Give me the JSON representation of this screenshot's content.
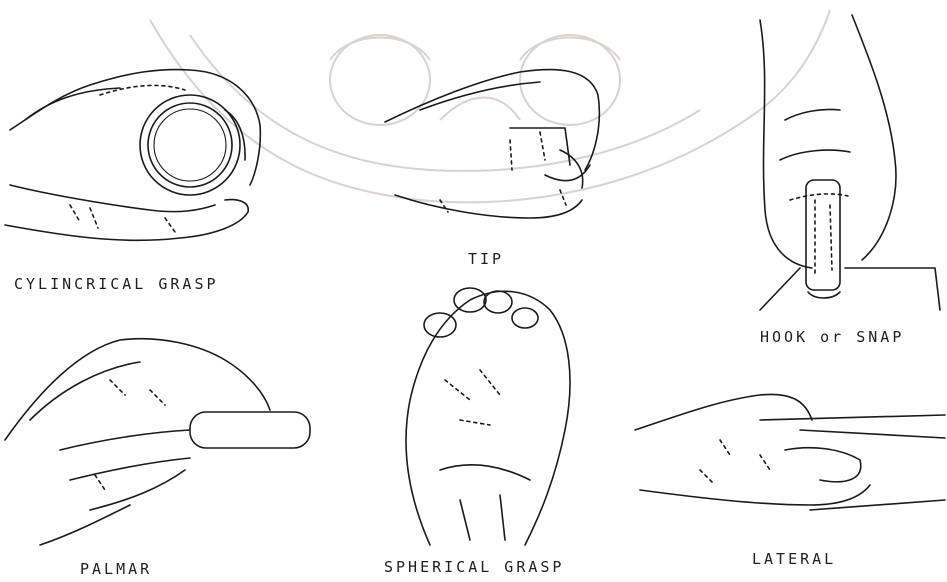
{
  "figure": {
    "labels": {
      "cylindrical": "CYLINCRICAL GRASP",
      "tip": "TIP",
      "hook": "HOOK or SNAP",
      "palmar": "PALMAR",
      "spherical": "SPHERICAL GRASP",
      "lateral": "LATERAL"
    }
  },
  "colors": {
    "ink": "#1a1a1a",
    "watermark": "#d9d2d0",
    "background": "#ffffff"
  }
}
